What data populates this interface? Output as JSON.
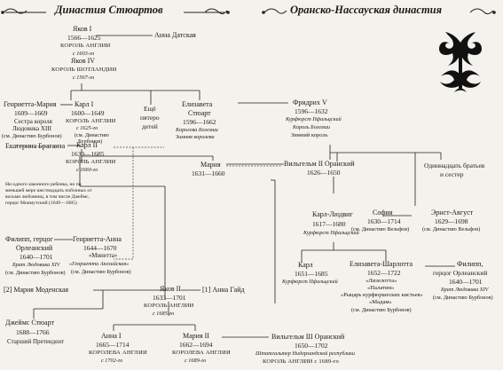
{
  "headers": {
    "stuart": "Династия Стюартов",
    "orange": "Оранско-Нассауская династия"
  },
  "people": {
    "james1": {
      "line1": "Яков I",
      "line2": "1566—1625",
      "line3": "КОРОЛЬ АНГЛИИ",
      "line4": "с 1603-го",
      "line5": "Яков IV",
      "line6": "КОРОЛЬ ШОТЛАНДИИ",
      "line7": "с 1567-го"
    },
    "anne_denmark": {
      "line1": "Анна Датская"
    },
    "henrietta_maria": {
      "line1": "Генриетта-Мария",
      "line2": "1609—1669",
      "line3": "Сестра короля",
      "line4": "Людовика XIII",
      "line5": "(см. Династию Бурбонов)"
    },
    "charles1": {
      "line1": "Карл I",
      "line2": "1600—1649",
      "line3": "КОРОЛЬ АНГЛИИ",
      "line4": "с 1625-го",
      "line5": "(см. Династию",
      "line6": "Бурбонов)"
    },
    "five_children": {
      "line1": "Ещё",
      "line2": "пятеро",
      "line3": "детей"
    },
    "elizabeth_stuart": {
      "line1": "Елизавета",
      "line2": "Стюарт",
      "line3": "1596—1662",
      "line4": "Королева Богемии",
      "line5": "Зимняя королева"
    },
    "frederick5": {
      "line1": "Фридрих V",
      "line2": "1596—1632",
      "line3": "Курфюрст Пфальцский",
      "line4": "Король Богемии",
      "line5": "Зимний король"
    },
    "catherine_braganza": {
      "line1": "Екатерина Браганза"
    },
    "charles2": {
      "line1": "Карл II",
      "line2": "1630—1685",
      "line3": "КОРОЛЬ АНГЛИИ",
      "line4": "с 1660-го"
    },
    "charles2_note": {
      "line1": "Ни одного законного ребенка, но по",
      "line2": "меньшей мере шестнадцать побочных от",
      "line3": "восьми любовниц, в том числе Джеймс,",
      "line4": "герцог Монмутский (1649—1685)"
    },
    "mary_1631": {
      "line1": "Мария",
      "line2": "1631—1660"
    },
    "william2": {
      "line1": "Вильгельм II Оранский",
      "line2": "1626—1650"
    },
    "eleven_siblings": {
      "line1": "Одиннадцать братьев",
      "line2": "и сестер"
    },
    "charles_louis": {
      "line1": "Карл-Людвиг",
      "line2": "1617—1680",
      "line3": "Курфюрст Пфальцский"
    },
    "sophia": {
      "line1": "София",
      "line2": "1630—1714",
      "line3": "(см. Династию Вельфов)"
    },
    "ernst_august": {
      "line1": "Эрнст-Август",
      "line2": "1629—1698",
      "line3": "(см. Династию Вельфов)"
    },
    "philippe_left": {
      "line1": "Филипп, герцог",
      "line2": "Орлеанский",
      "line3": "1640—1701",
      "line4": "Брат Людовика XIV",
      "line5": "(см. Династию Бурбонов)"
    },
    "henrietta_anne": {
      "line1": "Генриетта-Анна",
      "line2": "1644—1670",
      "line3": "«Минетта»",
      "line4": "«Генриетта Английская»",
      "line5": "(см. Династию Бурбонов)"
    },
    "karl": {
      "line1": "Карл",
      "line2": "1651—1685",
      "line3": "Курфюрст Пфальцский"
    },
    "elizabeth_charlotte": {
      "line1": "Елизавета-Шарлотта",
      "line2": "1652—1722",
      "line3": "«Лизелотта»",
      "line4": "«Палатин»",
      "line5": "«Рыцарь курфюршеских кистьев»",
      "line6": "«Мадам»",
      "line7": "(см. Династию Бурбонов)"
    },
    "philippe_right": {
      "line1": "Филипп,",
      "line2": "герцог Орлеанский",
      "line3": "1640—1701",
      "line4": "Брат Людовика XIV",
      "line5": "(см. Династию Бурбонов)"
    },
    "mary_modena": {
      "line1": "[2] Мария Моденская"
    },
    "james2": {
      "line1": "Яков II",
      "line2": "1633—1701",
      "line3": "КОРОЛЬ АНГЛИИ",
      "line4": "с 1685-го"
    },
    "anne_hyde": {
      "line1": "[1] Анна Гайд"
    },
    "james_stuart": {
      "line1": "Джеймс Стюарт",
      "line2": "1688—1766",
      "line3": "Старший Претендент"
    },
    "anne1": {
      "line1": "Анна I",
      "line2": "1665—1714",
      "line3": "КОРОЛЕВА АНГЛИИ",
      "line4": "с 1702-го"
    },
    "mary2": {
      "line1": "Мария II",
      "line2": "1662—1694",
      "line3": "КОРОЛЕВА АНГЛИИ",
      "line4": "с 1689-го"
    },
    "william3": {
      "line1": "Вильгельм III Оранский",
      "line2": "1650—1702",
      "line3": "Штатгальтер Нидерландской республики",
      "line4": "КОРОЛЬ АНГЛИИ с 1689-го"
    }
  }
}
